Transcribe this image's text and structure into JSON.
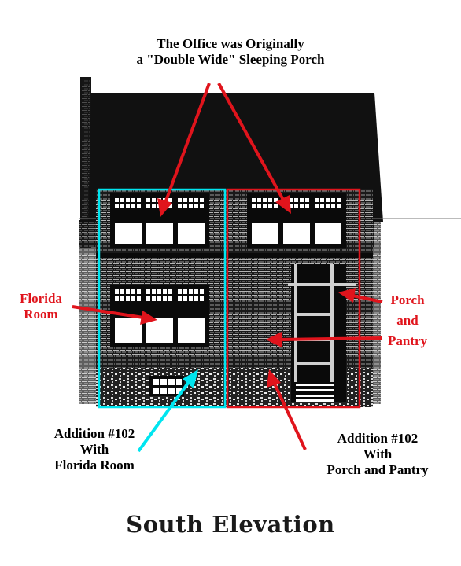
{
  "labels": {
    "top_line1": "The Office was Originally",
    "top_line2": "a \"Double Wide\" Sleeping Porch",
    "florida_line1": "Florida",
    "florida_line2": "Room",
    "porch_line1": "Porch",
    "porch_line2": "and",
    "porch_line3": "Pantry",
    "add_left_line1": "Addition #102",
    "add_left_line2": "With",
    "add_left_line3": "Florida Room",
    "add_right_line1": "Addition #102",
    "add_right_line2": "With",
    "add_right_line3": "Porch and Pantry",
    "caption": "South Elevation"
  },
  "colors": {
    "annotation_red": "#e0141c",
    "highlight_cyan": "#00e5f0",
    "building": "#111111",
    "brick_light": "#8a8a8a"
  }
}
